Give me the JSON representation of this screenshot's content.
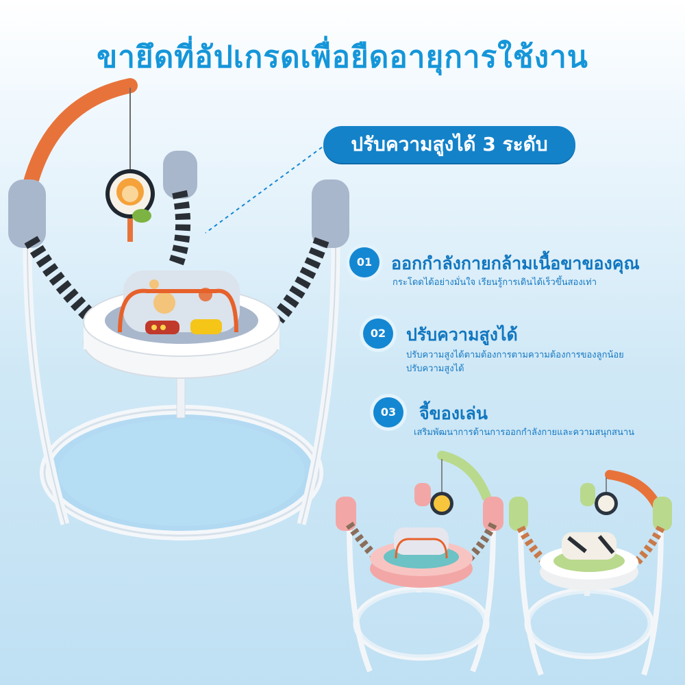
{
  "title": "ขายึดที่อัปเกรดเพื่อยืดอายุการใช้งาน",
  "height_badge": "ปรับความสูงได้ 3 ระดับ",
  "features": [
    {
      "number": "01",
      "title": "ออกกำลังกายกล้ามเนื้อขาของคุณ",
      "description": [
        "กระโดดได้อย่างมั่นใจ เรียนรู้การเดินได้เร็วขึ้นสองเท่า"
      ]
    },
    {
      "number": "02",
      "title": "ปรับความสูงได้",
      "description": [
        "ปรับความสูงได้ตามต้องการตามความต้องการของลูกน้อย",
        "ปรับความสูงได้"
      ]
    },
    {
      "number": "03",
      "title": "จี้ของเล่น",
      "description": [
        "เสริมพัฒนาการด้านการออกกำลังกายและความสนุกสนาน"
      ]
    }
  ],
  "colors": {
    "accent": "#1487d2",
    "title": "#1596d9",
    "variant_pink": "#f2a7a6",
    "variant_green": "#b9d98d",
    "main_gray": "#a9b7cc",
    "toy_arm_orange": "#e8733a"
  },
  "images": {
    "main_product": "baby-jumper-gray-product",
    "variant_pink": "baby-jumper-pink-variant",
    "variant_green": "baby-jumper-green-variant"
  }
}
